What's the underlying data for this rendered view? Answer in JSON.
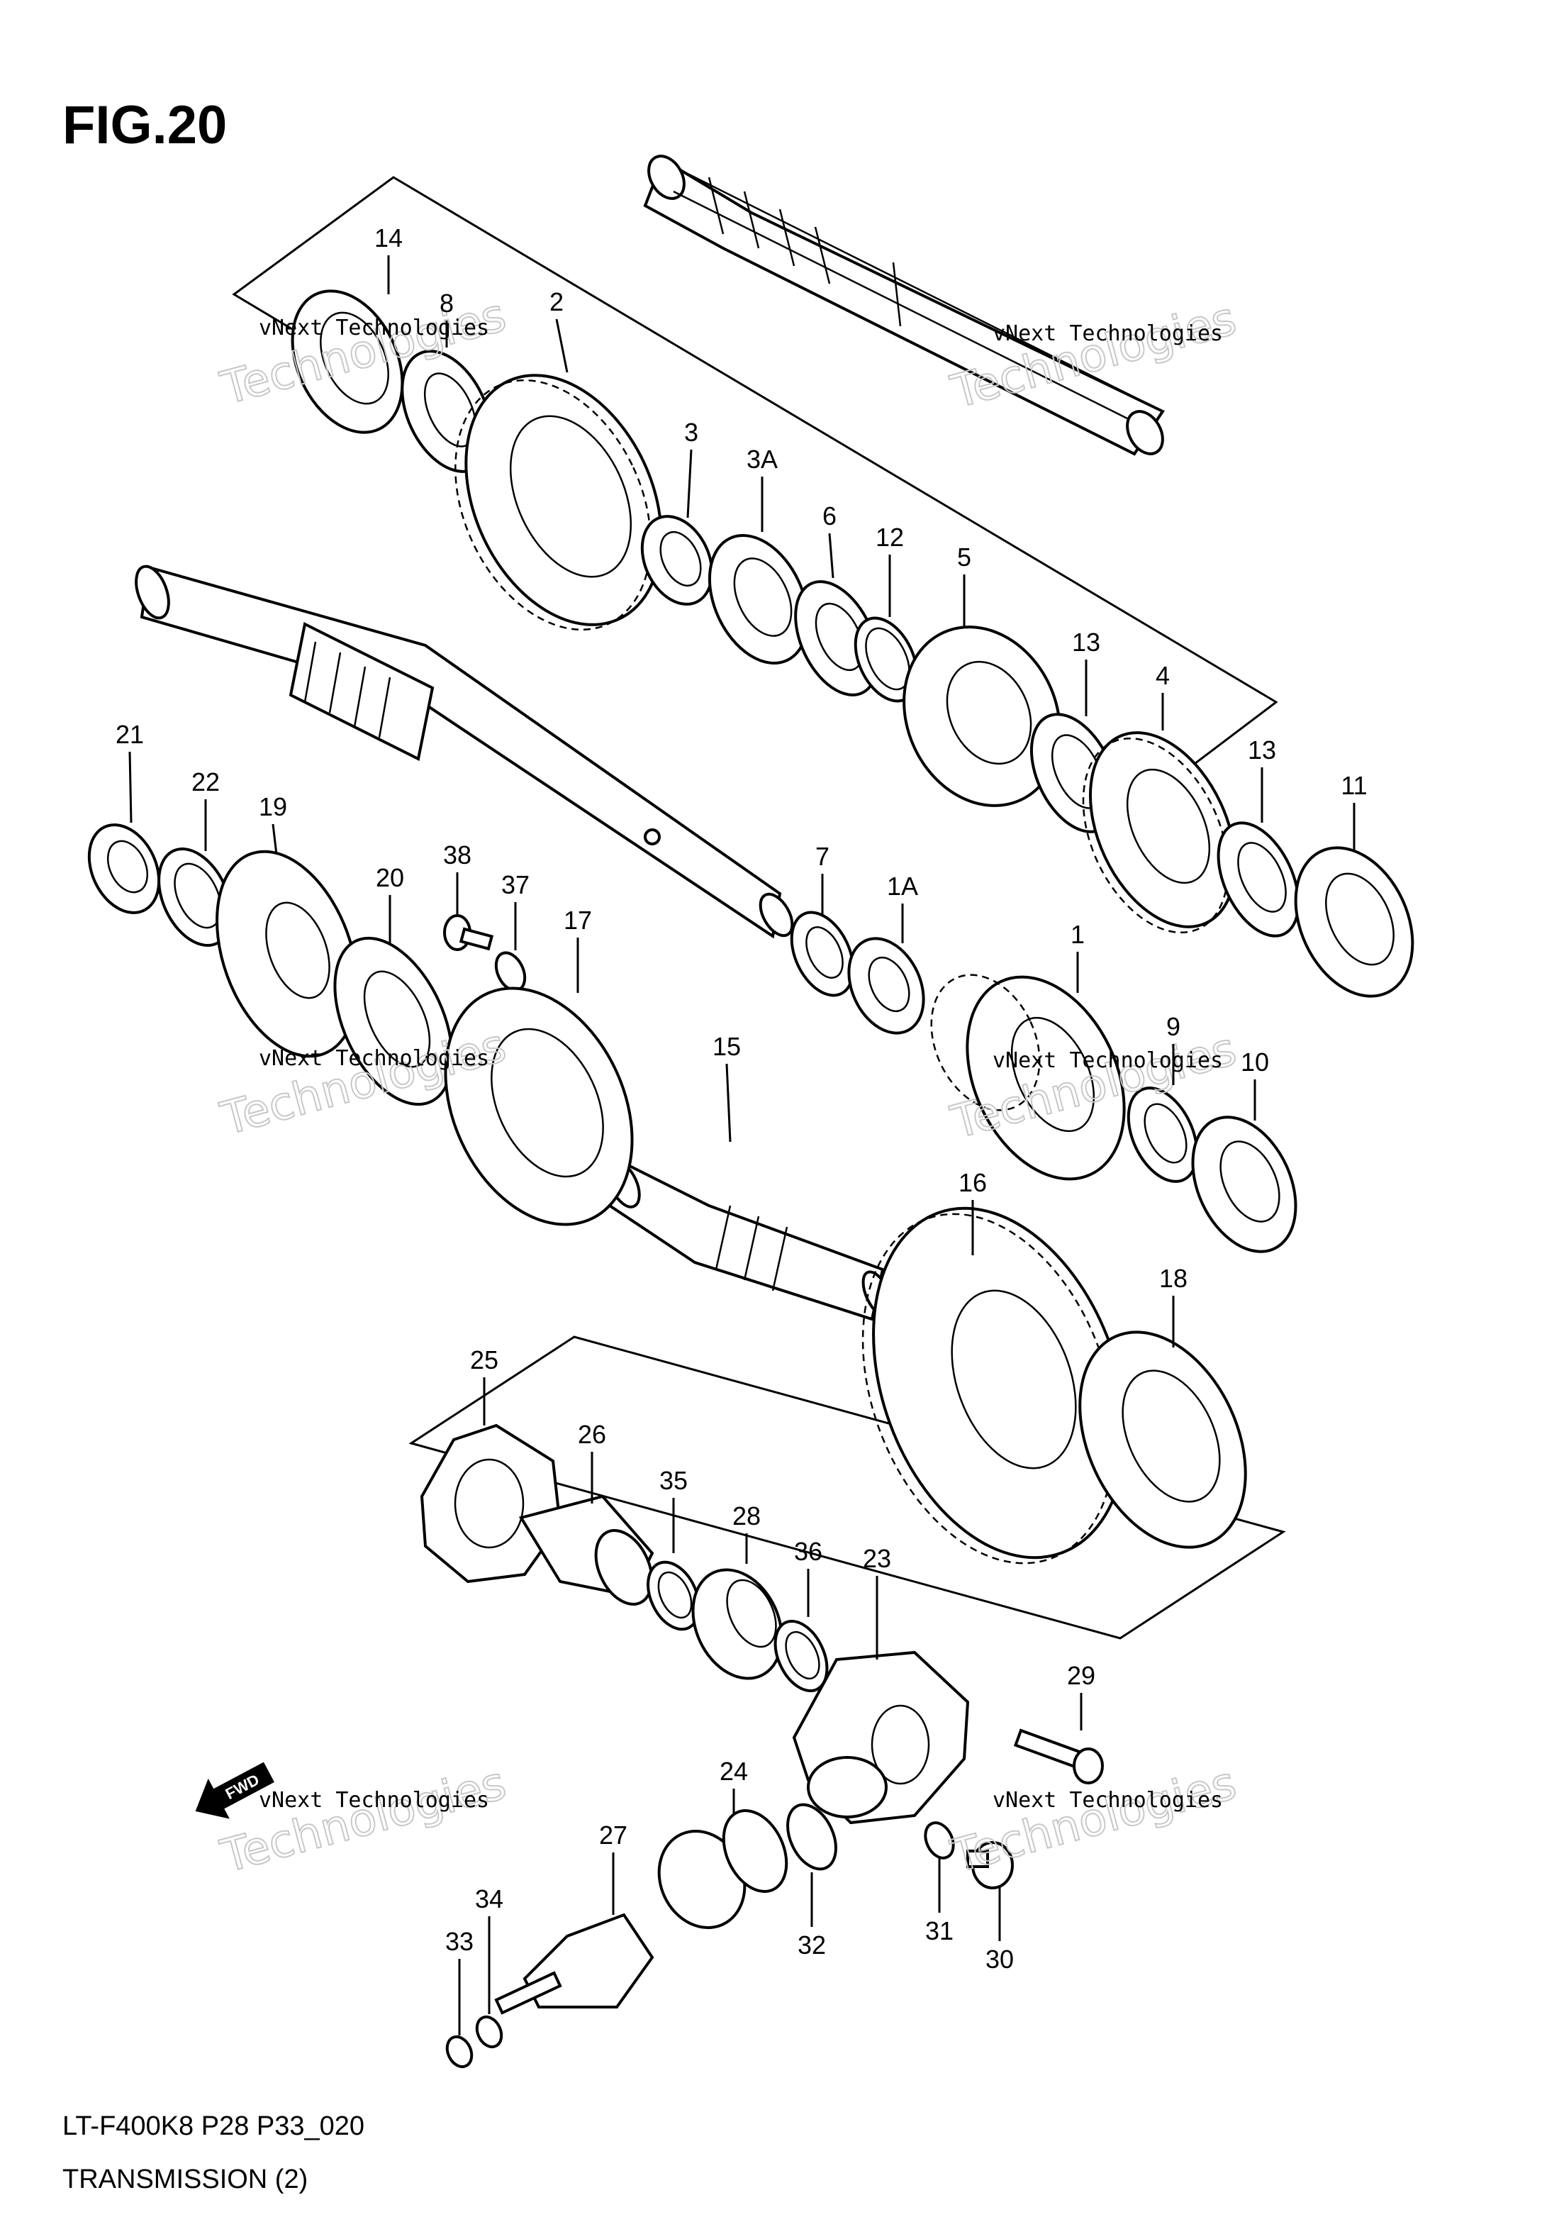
{
  "figure": {
    "title": "FIG.20",
    "model_code": "LT-F400K8 P28 P33_020",
    "caption": "TRANSMISSION (2)"
  },
  "direction_badge": "FWD",
  "watermark": {
    "line1": "vNext Technologies",
    "line2": "Technologies"
  },
  "callouts": [
    "14",
    "8",
    "2",
    "3",
    "3A",
    "6",
    "12",
    "5",
    "13",
    "4",
    "13",
    "11",
    "21",
    "22",
    "19",
    "20",
    "38",
    "37",
    "17",
    "7",
    "1A",
    "1",
    "9",
    "10",
    "15",
    "16",
    "18",
    "25",
    "26",
    "35",
    "28",
    "36",
    "23",
    "29",
    "24",
    "27",
    "34",
    "33",
    "32",
    "31",
    "30"
  ]
}
